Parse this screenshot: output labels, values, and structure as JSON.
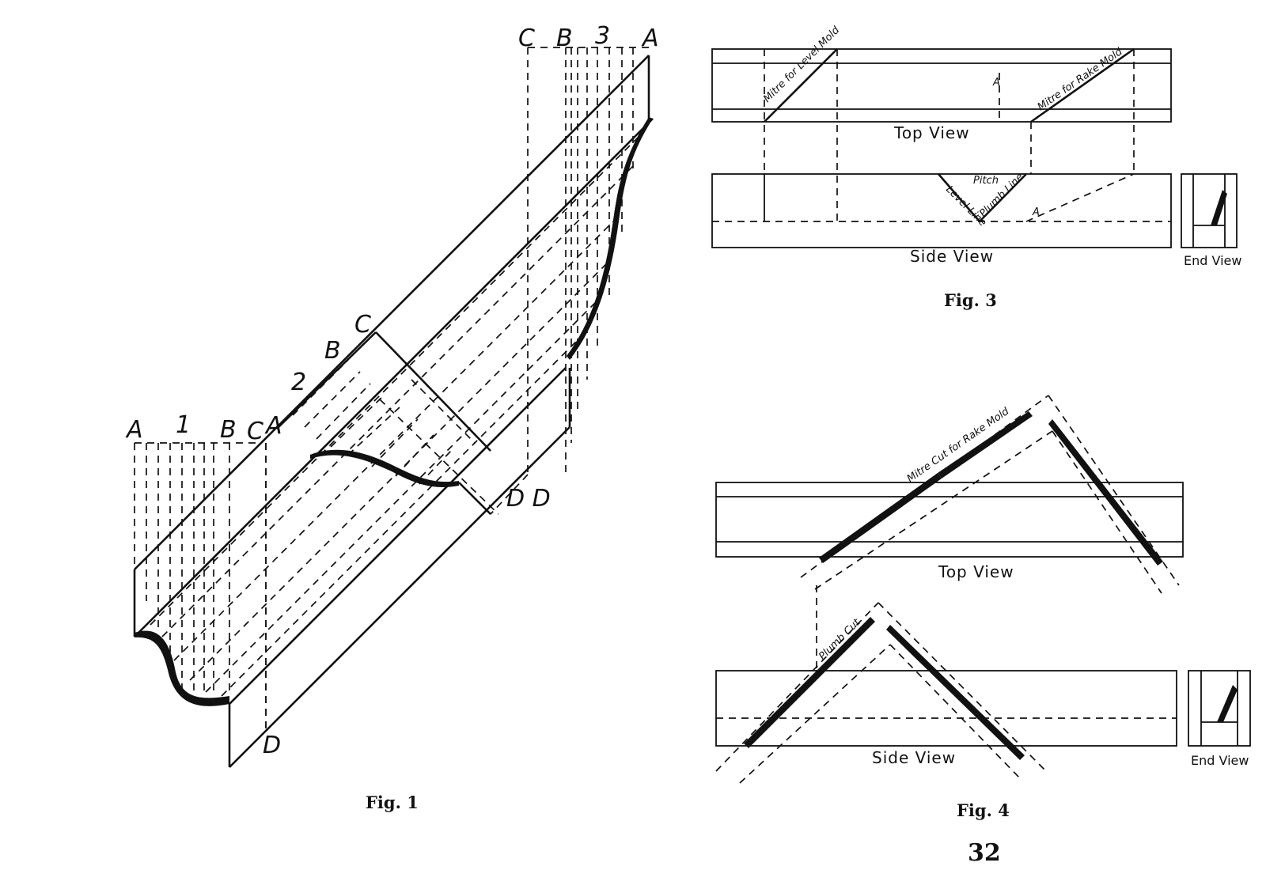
{
  "fig1": {
    "caption": "Fig. 1",
    "labels": {
      "left_a": "A",
      "left_1": "1",
      "left_b": "B",
      "left_c": "C",
      "left_a2": "A",
      "mid_2": "2",
      "mid_b": "B",
      "mid_c": "C",
      "top_c": "C",
      "top_b": "B",
      "top_3": "3",
      "top_a": "A",
      "bottom_d": "D",
      "right_dd": "D D"
    }
  },
  "fig3": {
    "caption": "Fig. 3",
    "top_view_label": "Top View",
    "side_view_label": "Side View",
    "end_view_label": "End View",
    "mitre_level": "Mitre for Level Mold",
    "mitre_rake": "Mitre for Rake Mold",
    "pitch_label": "Pitch",
    "level_line": "Level Line",
    "plumb_line": "Plumb Line",
    "dim_a": "A"
  },
  "fig4": {
    "caption": "Fig. 4",
    "top_view_label": "Top View",
    "side_view_label": "Side View",
    "end_view_label": "End View",
    "mitre_cut_label": "Mitre Cut for Rake Mold",
    "plumb_cut_label": "Plumb Cut"
  },
  "page_number": "32"
}
